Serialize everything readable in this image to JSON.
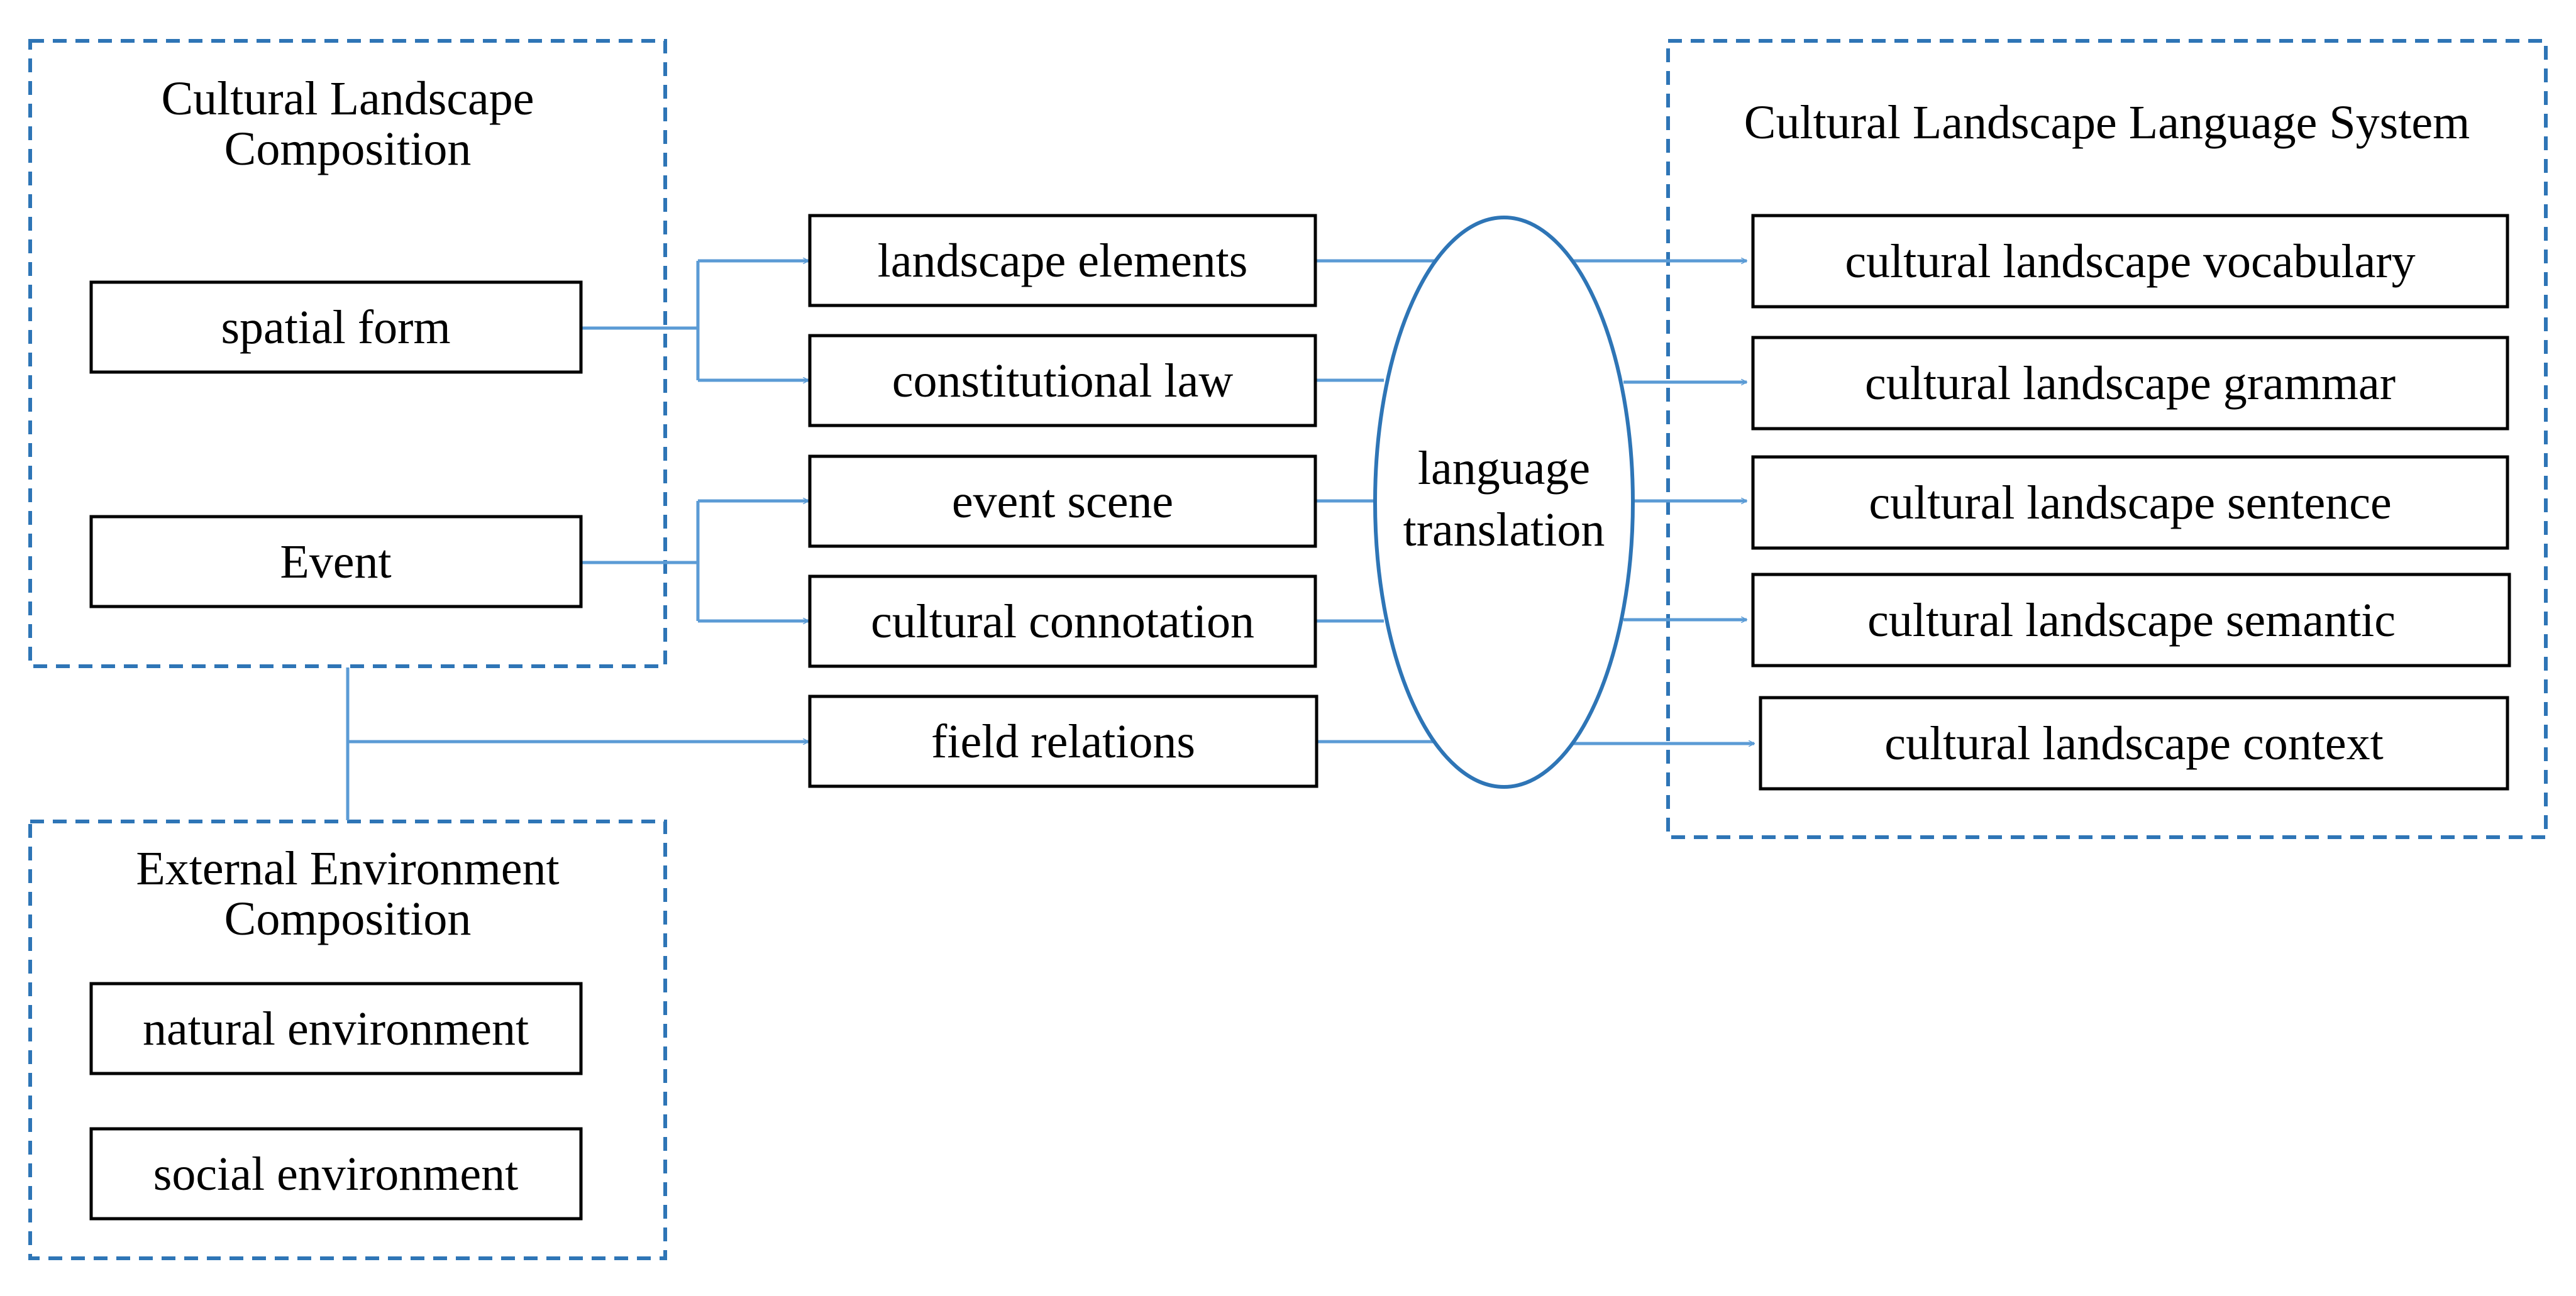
{
  "colors": {
    "connector": "#5b9bd5",
    "dashed_border": "#2e75b6",
    "box_border": "#000000",
    "text": "#000000"
  },
  "groups": {
    "cultural_composition": {
      "title_line1": "Cultural Landscape",
      "title_line2": "Composition"
    },
    "external_composition": {
      "title_line1": "External Environment",
      "title_line2": "Composition"
    },
    "language_system": {
      "title": "Cultural Landscape Language System"
    }
  },
  "sources": {
    "spatial_form": "spatial form",
    "event": "Event",
    "natural_environment": "natural environment",
    "social_environment": "social environment"
  },
  "middle": {
    "landscape_elements": "landscape elements",
    "constitutional_law": "constitutional law",
    "event_scene": "event scene",
    "cultural_connotation": "cultural connotation",
    "field_relations": "field relations"
  },
  "translation": {
    "line1": "language",
    "line2": "translation"
  },
  "outputs": {
    "vocabulary": "cultural landscape vocabulary",
    "grammar": "cultural landscape grammar",
    "sentence": "cultural landscape sentence",
    "semantic": "cultural landscape semantic",
    "context": "cultural landscape context"
  }
}
